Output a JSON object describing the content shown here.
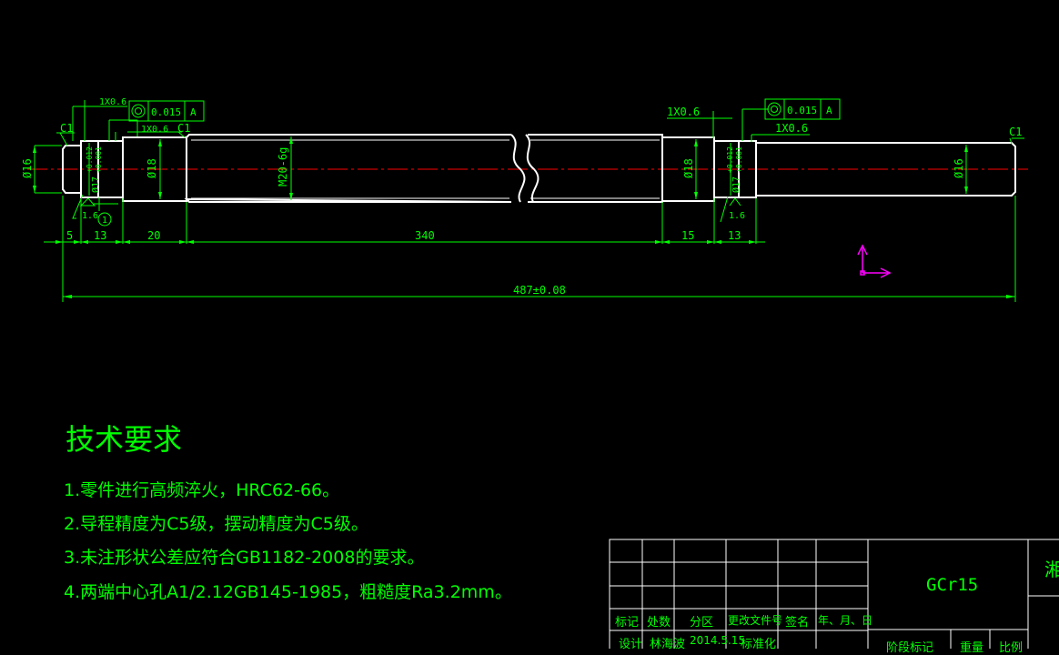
{
  "colors": {
    "background": "#000000",
    "part": "#ffffff",
    "dimension": "#00ff00",
    "centerline": "#ff0000",
    "ucs": "#ff00ff"
  },
  "drawing": {
    "chamfer_left": "C1",
    "chamfer_c1_mid": "C1",
    "chamfer_right": "C1",
    "undercut_left": "1X0.6",
    "undercut_left2": "1X0.6",
    "undercut_right": "1X0.6",
    "undercut_right2": "1X0.6",
    "tol_left_value": "0.015",
    "tol_left_datum": "A",
    "tol_right_value": "0.015",
    "tol_right_datum": "A",
    "dia_16_left": "Ø16",
    "dia_17_left": "Ø17",
    "dia_17_left_tol_up": "+0.012",
    "dia_17_left_tol_lo": "+0.001",
    "dia_18_left": "Ø18",
    "thread": "M20-6g",
    "dia_18_right": "Ø18",
    "dia_17_right": "Ø17",
    "dia_17_right_tol_up": "+0.012",
    "dia_17_right_tol_lo": "+0.001",
    "dia_16_right": "Ø16",
    "roughness_left": "1.6",
    "roughness_right": "1.6",
    "datum_circle": "1",
    "dim_5": "5",
    "dim_13a": "13",
    "dim_20": "20",
    "dim_340": "340",
    "dim_15": "15",
    "dim_13b": "13",
    "dim_total": "487±0.08"
  },
  "requirements": {
    "title": "技术要求",
    "items": [
      "1.零件进行高频淬火，HRC62-66。",
      "2.导程精度为C5级，摆动精度为C5级。",
      "3.未注形状公差应符合GB1182-2008的要求。",
      "4.两端中心孔A1/2.12GB145-1985，粗糙度Ra3.2mm。"
    ]
  },
  "title_block": {
    "material": "GCr15",
    "row_labels": [
      "标记",
      "处数",
      "分区",
      "更改文件号",
      "签名",
      "年、月、日"
    ],
    "design_label": "设计",
    "designer": "林海波",
    "date": "2014.5.15",
    "standardize": "标准化",
    "stage_mark": "阶段标记",
    "weight": "重量",
    "scale": "比例",
    "company_partial": "湘"
  }
}
